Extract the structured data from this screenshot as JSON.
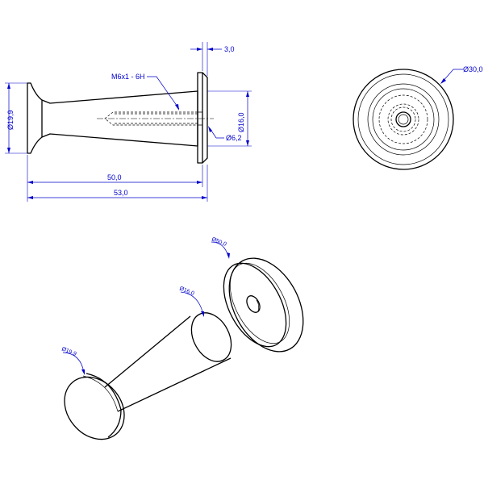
{
  "dimensions": {
    "thickness": "3,0",
    "thread": "M6x1 - 6H",
    "head_diameter": "Ø19,9",
    "base_diameter_side": "Ø16,0",
    "hole_diameter": "Ø6,2",
    "length_body": "50,0",
    "length_total": "53,0",
    "plate_diameter_end": "Ø30,0"
  },
  "iso_labels": {
    "plate": "Ø50,0",
    "cone_base": "Ø16,0",
    "head": "Ø19,9"
  },
  "colors": {
    "dimension": "#0000cc",
    "outline": "#000000"
  }
}
